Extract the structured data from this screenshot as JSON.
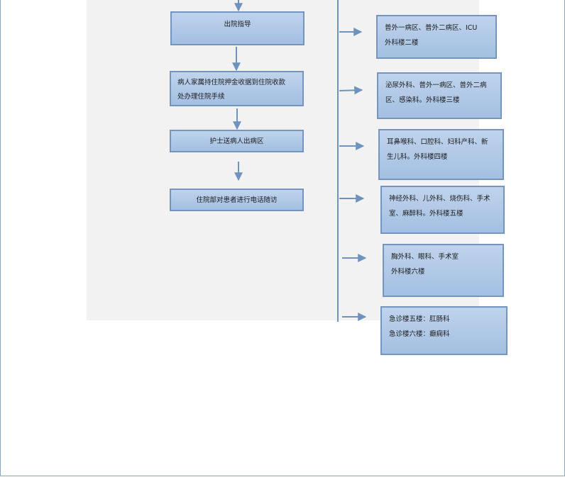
{
  "flow_steps": [
    {
      "lines": [
        "出院指导"
      ]
    },
    {
      "lines": [
        "病人家属持住院押金收据到住院收款",
        "处办理住院手续"
      ]
    },
    {
      "lines": [
        "护士送病人出病区"
      ]
    },
    {
      "lines": [
        "住院部对患者进行电话随访"
      ]
    }
  ],
  "floors": [
    {
      "lines": [
        "普外一病区、普外二病区、ICU",
        "外科楼二楼"
      ]
    },
    {
      "lines": [
        "泌尿外科、普外一病区、普外二病",
        "区、感染科。外科楼三楼"
      ]
    },
    {
      "lines": [
        "耳鼻喉科、口腔科、妇科产科、新",
        "生儿科。外科楼四楼"
      ]
    },
    {
      "lines": [
        "神经外科、儿外科、烧伤科、手术",
        "室、麻醉科。外科楼五楼"
      ]
    },
    {
      "lines": [
        "胸外科、眼科、手术室",
        "外科楼六楼"
      ]
    },
    {
      "lines": [
        "急诊楼五楼：肛肠科",
        "急诊楼六楼：癫痫科"
      ]
    }
  ],
  "colors": {
    "box_fill": "#a9c4e6",
    "box_border": "#7595be",
    "arrow": "#6e93bd"
  }
}
